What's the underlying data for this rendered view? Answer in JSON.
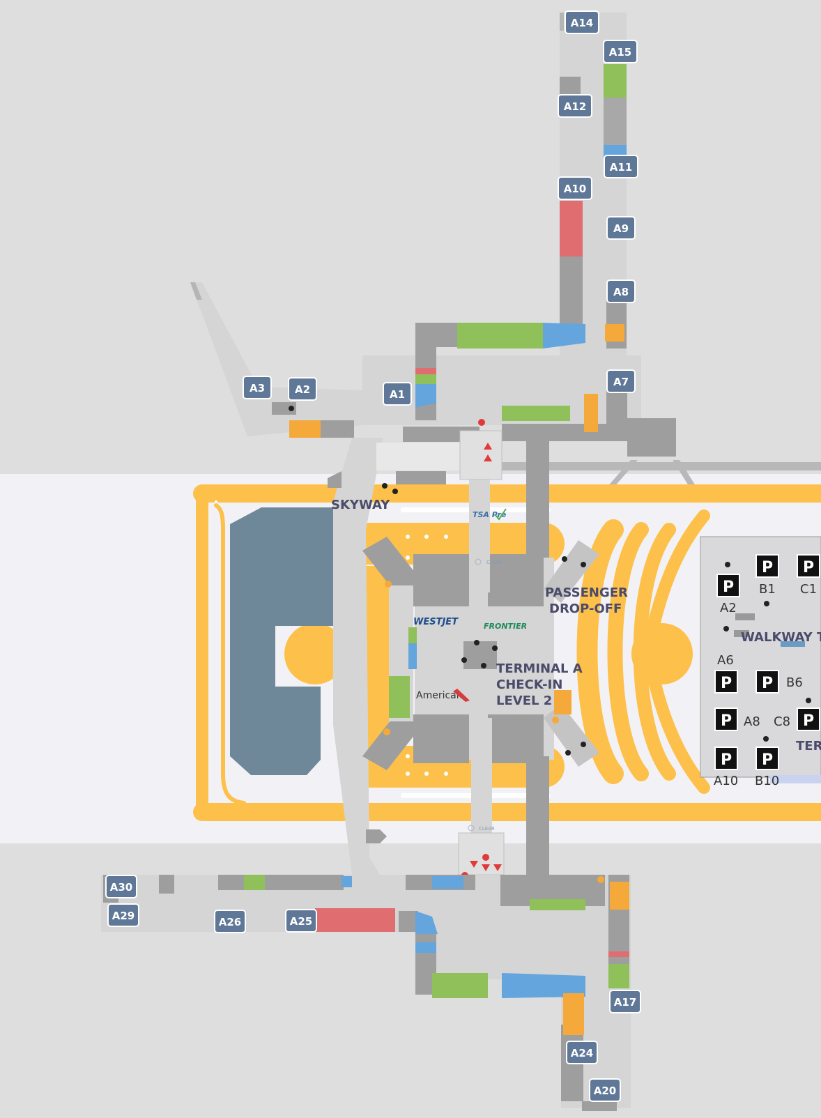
{
  "colors": {
    "background": "#dedede",
    "roadway_band": "#f2f2f6",
    "roads": "#fdc04a",
    "concourse": "#d5d5d5",
    "building": "#9e9e9e",
    "gate_badge": "#5f7898",
    "parking_structure": "#6e8799",
    "green_area": "#8fc05a",
    "blue_area": "#63a5dc",
    "red_area": "#e06e70",
    "orange_area": "#f5a93a"
  },
  "gates": [
    {
      "id": "A14",
      "label": "A14"
    },
    {
      "id": "A15",
      "label": "A15"
    },
    {
      "id": "A12",
      "label": "A12"
    },
    {
      "id": "A11",
      "label": "A11"
    },
    {
      "id": "A10",
      "label": "A10"
    },
    {
      "id": "A9",
      "label": "A9"
    },
    {
      "id": "A8",
      "label": "A8"
    },
    {
      "id": "A7",
      "label": "A7"
    },
    {
      "id": "A1",
      "label": "A1"
    },
    {
      "id": "A2",
      "label": "A2"
    },
    {
      "id": "A3",
      "label": "A3"
    },
    {
      "id": "A30",
      "label": "A30"
    },
    {
      "id": "A29",
      "label": "A29"
    },
    {
      "id": "A26",
      "label": "A26"
    },
    {
      "id": "A25",
      "label": "A25"
    },
    {
      "id": "A17",
      "label": "A17"
    },
    {
      "id": "A24",
      "label": "A24"
    },
    {
      "id": "A20",
      "label": "A20"
    }
  ],
  "labels": {
    "skyway": "SKYWAY",
    "dropoff_line1": "PASSENGER",
    "dropoff_line2": "DROP-OFF",
    "terminal_line1": "TERMINAL A",
    "terminal_line2": "CHECK-IN",
    "terminal_line3": "LEVEL 2"
  },
  "airlines": {
    "westjet": "WESTJET",
    "frontier": "FRONTIER",
    "american": "American",
    "tsa": "TSA Pre",
    "clear_top": "CLEAR",
    "clear_bottom": "CLEAR"
  },
  "garage": {
    "parking_symbol": "P",
    "zones": [
      "B1",
      "C1",
      "A2",
      "A6",
      "B6",
      "A8",
      "C8",
      "A10",
      "B10"
    ],
    "walkway": "WALKWAY TO",
    "terminal_partial": "TER"
  }
}
